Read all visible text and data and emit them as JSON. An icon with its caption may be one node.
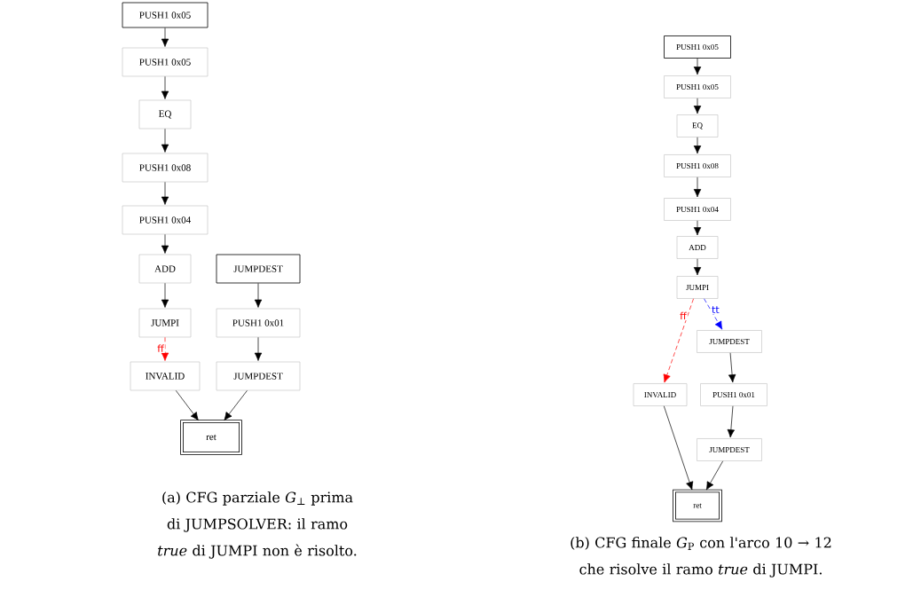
{
  "diagram": {
    "nodes": [
      {
        "text": [
          "PUSH1 0x05"
        ]
      },
      {
        "text": [
          "PUSH1 0x05"
        ]
      },
      {
        "text": [
          "EQ"
        ]
      },
      {
        "text": [
          "PUSH1 0x08"
        ]
      },
      {
        "text": [
          "PUSH1 0x04"
        ]
      },
      {
        "text": [
          "ADD"
        ]
      },
      {
        "text": [
          "JUMPI"
        ]
      },
      {
        "text": [
          "JUMPDEST"
        ]
      },
      {
        "text": [
          "PUSH1 0x01"
        ]
      },
      {
        "text": [
          "INVALID"
        ]
      },
      {
        "text": [
          "JUMPDEST"
        ]
      },
      {
        "text": [
          "ret"
        ]
      },
      {
        "text": [
          "PUSH1 0x05"
        ]
      },
      {
        "text": [
          "PUSH1 0x05"
        ]
      },
      {
        "text": [
          "EQ"
        ]
      },
      {
        "text": [
          "PUSH1 0x08"
        ]
      },
      {
        "text": [
          "PUSH1 0x04"
        ]
      },
      {
        "text": [
          "ADD"
        ]
      },
      {
        "text": [
          "JUMPI"
        ]
      },
      {
        "text": [
          "JUMPDEST"
        ]
      },
      {
        "text": [
          "INVALID"
        ]
      },
      {
        "text": [
          "PUSH1 0x01"
        ]
      },
      {
        "text": [
          "JUMPDEST"
        ]
      },
      {
        "text": [
          "ret"
        ]
      }
    ],
    "edges": [
      {
        "from": 0,
        "to": 1,
        "arrow": "to"
      },
      {
        "from": 1,
        "to": 2,
        "arrow": "to"
      },
      {
        "from": 2,
        "to": 3,
        "arrow": "to"
      },
      {
        "from": 3,
        "to": 4,
        "arrow": "to"
      },
      {
        "from": 4,
        "to": 5,
        "arrow": "to"
      },
      {
        "from": 5,
        "to": 6,
        "arrow": "to"
      },
      {
        "from": 6,
        "to": 9,
        "arrow": "to",
        "label": "ff",
        "style": "dashed",
        "color": "#ff0000"
      },
      {
        "from": 7,
        "to": 8,
        "arrow": "to"
      },
      {
        "from": 8,
        "to": 10,
        "arrow": "to"
      },
      {
        "from": 9,
        "to": 11,
        "arrow": "to"
      },
      {
        "from": 10,
        "to": 11,
        "arrow": "to"
      },
      {
        "from": 12,
        "to": 13,
        "arrow": "to"
      },
      {
        "from": 13,
        "to": 14,
        "arrow": "to"
      },
      {
        "from": 14,
        "to": 15,
        "arrow": "to"
      },
      {
        "from": 15,
        "to": 16,
        "arrow": "to"
      },
      {
        "from": 16,
        "to": 17,
        "arrow": "to"
      },
      {
        "from": 17,
        "to": 18,
        "arrow": "to"
      },
      {
        "from": 18,
        "to": 20,
        "arrow": "to",
        "label": "ff",
        "style": "dashed",
        "color": "#ff0000"
      },
      {
        "from": 18,
        "to": 19,
        "arrow": "to",
        "label": "tt",
        "style": "dashed",
        "color": "#0000ff"
      },
      {
        "from": 19,
        "to": 21,
        "arrow": "to"
      },
      {
        "from": 21,
        "to": 22,
        "arrow": "to"
      },
      {
        "from": 20,
        "to": 23,
        "arrow": "to"
      },
      {
        "from": 22,
        "to": 23,
        "arrow": "to"
      }
    ],
    "labels": [
      "(a) CFG parziale *G*$_{⊥}$ prima di JUMPSOLVER: il ramo *true* di JUMPI non è risolto.",
      "(b) CFG finale *G*$_{P}$ con l'arco 10 → 12 che risolve il ramo *true* di JUMPI."
    ]
  }
}
